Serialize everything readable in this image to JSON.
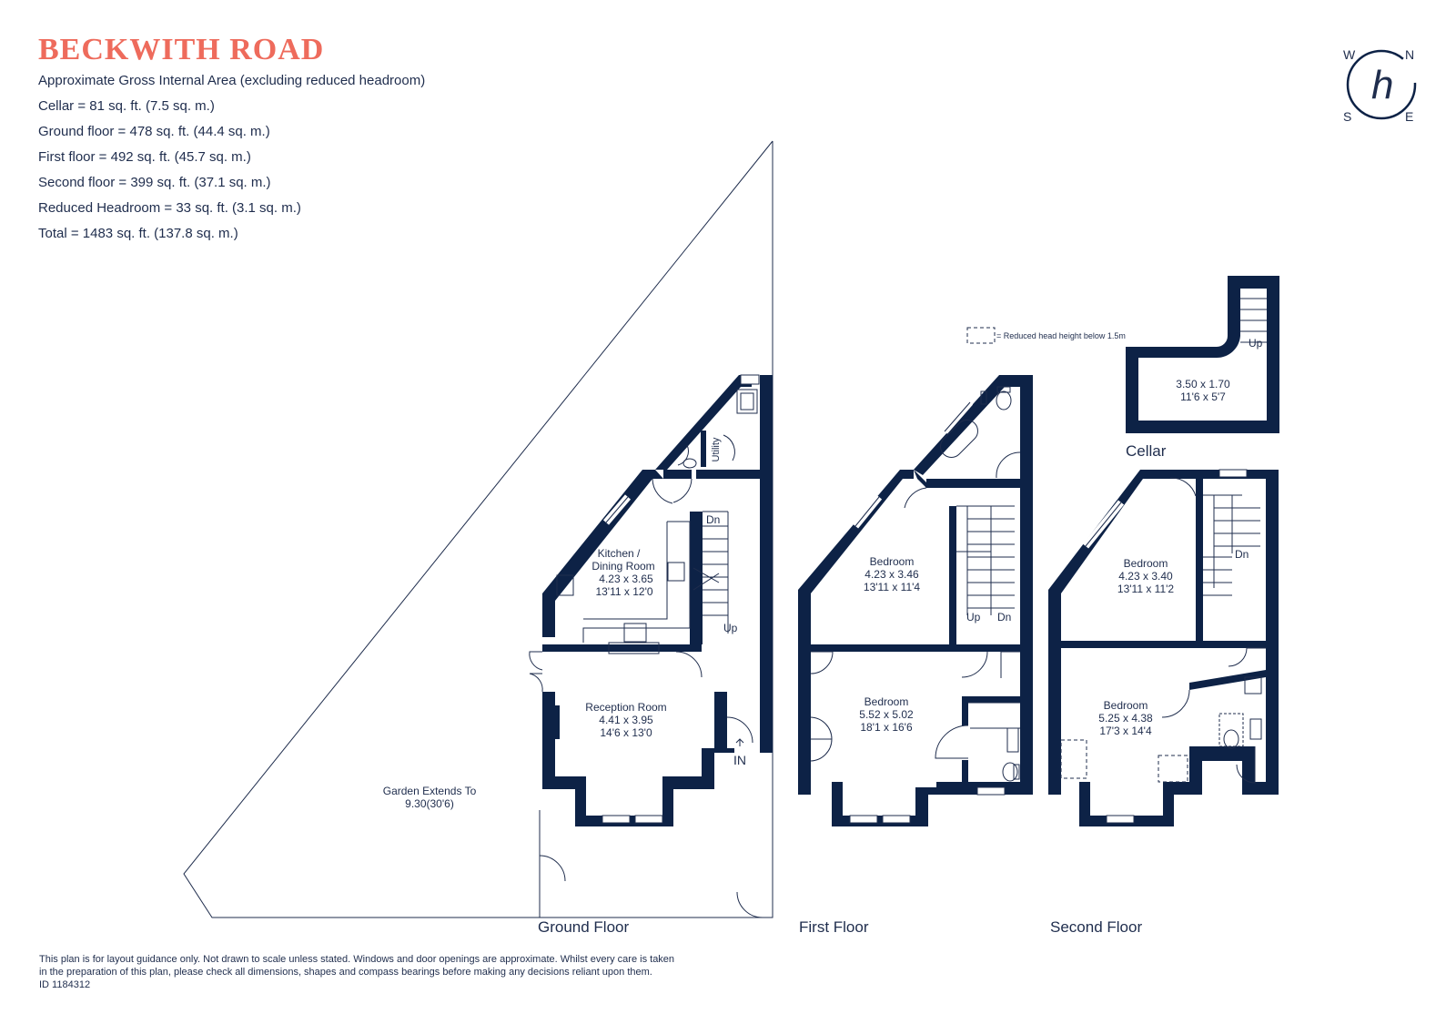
{
  "title": "BECKWITH ROAD",
  "areas": [
    "Approximate Gross Internal Area (excluding reduced headroom)",
    "Cellar = 81 sq. ft. (7.5 sq. m.)",
    "Ground floor = 478 sq. ft. (44.4 sq. m.)",
    "First floor  = 492 sq. ft. (45.7 sq. m.)",
    "Second floor = 399 sq. ft. (37.1 sq. m.)",
    "Reduced Headroom  = 33 sq. ft. (3.1 sq. m.)",
    "Total =  1483 sq. ft. (137.8 sq. m.)"
  ],
  "compass": {
    "w": "W",
    "n": "N",
    "s": "S",
    "e": "E",
    "logo": "h",
    "accent": "#ee6b5c",
    "ring": "#0d2246"
  },
  "legend": "= Reduced head height below 1.5m",
  "floors": {
    "ground": "Ground Floor",
    "first": "First Floor",
    "second": "Second Floor",
    "cellar": "Cellar"
  },
  "rooms": {
    "kitchen": [
      "Kitchen /",
      "Dining Room",
      "4.23 x 3.65",
      "13'11 x 12'0"
    ],
    "reception": [
      "Reception Room",
      "4.41 x 3.95",
      "14'6 x 13'0"
    ],
    "garden": [
      "Garden Extends To",
      "9.30(30'6)"
    ],
    "utility": "Utility",
    "first_bed_rear": [
      "Bedroom",
      "4.23 x 3.46",
      "13'11 x 11'4"
    ],
    "first_bed_front": [
      "Bedroom",
      "5.52 x 5.02",
      "18'1 x 16'6"
    ],
    "second_bed_rear": [
      "Bedroom",
      "4.23 x 3.40",
      "13'11 x 11'2"
    ],
    "second_bed_front": [
      "Bedroom",
      "5.25 x 4.38",
      "17'3 x 14'4"
    ],
    "cellar_room": [
      "3.50 x 1.70",
      "11'6 x 5'7"
    ]
  },
  "stair_labels": {
    "ground_dn": "Dn",
    "ground_up": "Up",
    "entrance": "IN",
    "first_up": "Up",
    "first_dn": "Dn",
    "second_dn": "Dn",
    "cellar_up": "Up"
  },
  "disclaimer": [
    "This plan is for layout guidance only. Not drawn to scale unless stated. Windows and door openings are approximate. Whilst every care is taken",
    "in the preparation of this plan, please check all dimensions, shapes and compass bearings before making any decisions reliant upon them.",
    "ID 1184312"
  ],
  "colors": {
    "wall": "#0d2246",
    "title": "#ee6b5c",
    "text": "#1f2d4d"
  }
}
